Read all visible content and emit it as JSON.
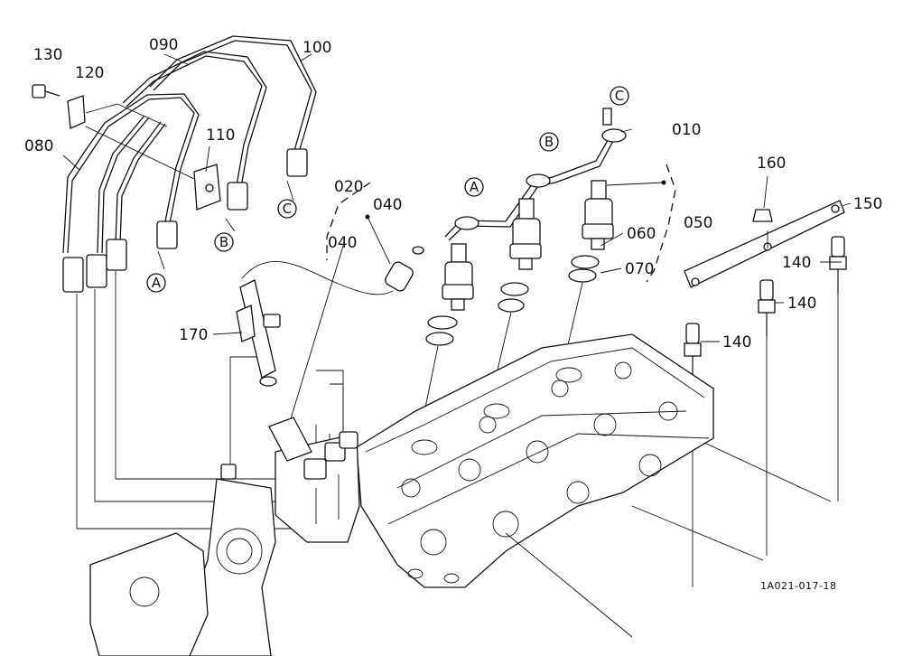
{
  "labels": {
    "p010": "010",
    "p020": "020",
    "p040a": "040",
    "p040b": "040",
    "p050": "050",
    "p060": "060",
    "p070": "070",
    "p080": "080",
    "p090": "090",
    "p100": "100",
    "p110": "110",
    "p120": "120",
    "p130": "130",
    "p140a": "140",
    "p140b": "140",
    "p140c": "140",
    "p150": "150",
    "p160": "160",
    "p170": "170"
  },
  "refs": {
    "a1": "A",
    "a2": "A",
    "b1": "B",
    "b2": "B",
    "c1": "C",
    "c2": "C"
  },
  "drawing_code": "1A021-017-18"
}
